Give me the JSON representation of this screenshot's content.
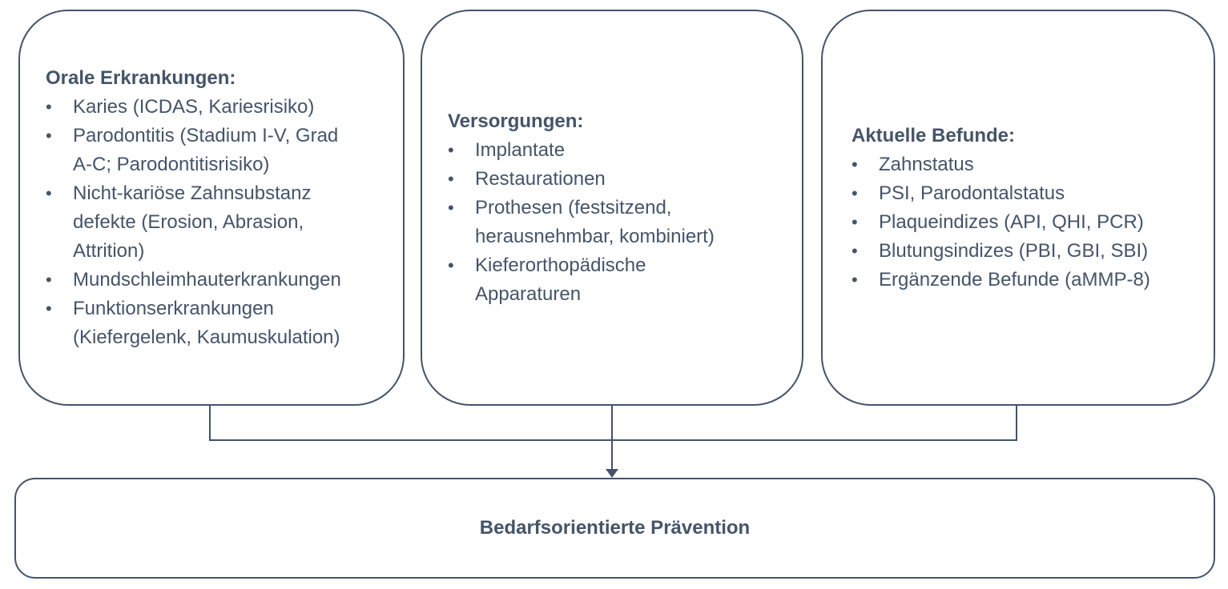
{
  "diagram": {
    "colors": {
      "background": "#ffffff",
      "accent_line": "#44546a",
      "text": "#44546a",
      "box_fill": "#ffffff"
    },
    "bullet_glyph": "•",
    "boxes": [
      {
        "title": "Orale Erkrankungen:",
        "items": [
          "Karies (ICDAS, Kariesrisiko)",
          "Parodontitis (Stadium I-V, Grad\nA-C; Parodontitisrisiko)",
          "Nicht-kariöse Zahnsubstanz\ndefekte (Erosion, Abrasion,\nAttrition)",
          "Mundschleimhauterkrankungen",
          "Funktionserkrankungen\n(Kiefergelenk, Kaumuskulation)"
        ]
      },
      {
        "title": "Versorgungen:",
        "items": [
          "Implantate",
          "Restaurationen",
          "Prothesen (festsitzend,\nherausnehmbar, kombiniert)",
          "Kieferorthopädische\nApparaturen"
        ]
      },
      {
        "title": "Aktuelle Befunde:",
        "items": [
          "Zahnstatus",
          "PSI, Parodontalstatus",
          "Plaqueindizes (API, QHI, PCR)",
          "Blutungsindizes (PBI, GBI, SBI)",
          "Ergänzende Befunde (aMMP-8)"
        ]
      }
    ],
    "result_box": {
      "label": "Bedarfsorientierte Prävention"
    }
  }
}
